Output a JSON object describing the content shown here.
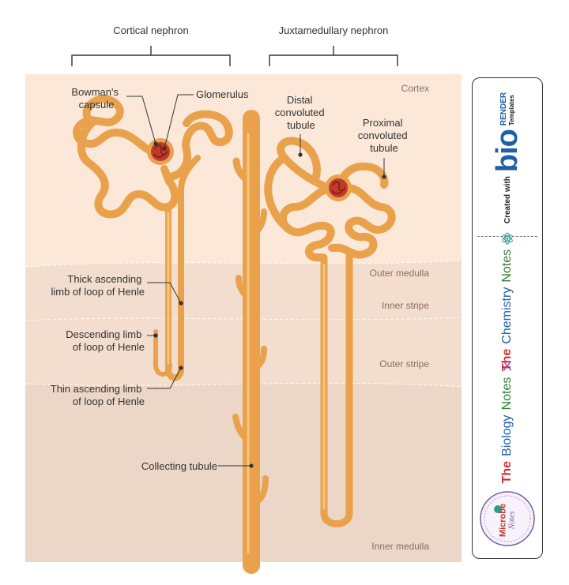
{
  "headers": {
    "cortical": "Cortical nephron",
    "juxtamedullary": "Juxtamedullary nephron"
  },
  "zones": {
    "cortex": "Cortex",
    "outer_medulla": "Outer medulla",
    "inner_stripe": "Inner stripe",
    "outer_stripe": "Outer stripe",
    "inner_medulla": "Inner medulla"
  },
  "labels": {
    "bowmans_capsule": [
      "Bowman's",
      "capsule"
    ],
    "glomerulus": "Glomerulus",
    "distal_tubule": [
      "Distal",
      "convoluted",
      "tubule"
    ],
    "proximal_tubule": [
      "Proximal",
      "convoluted",
      "tubule"
    ],
    "thick_ascending": [
      "Thick ascending",
      "limb of loop of Henle"
    ],
    "descending_limb": [
      "Descending limb",
      "of loop of Henle"
    ],
    "thin_ascending": [
      "Thin ascending limb",
      "of loop of Henle"
    ],
    "collecting_tubule": "Collecting tubule"
  },
  "sidebar": {
    "biorender_created": "Created with",
    "biorender_brand": "bio",
    "biorender_render": "RENDER",
    "biorender_templates": "Templates",
    "chem_the": "The",
    "chem_name": "Chemistry",
    "chem_notes": "Notes",
    "bio_the": "The",
    "bio_name": "Biology",
    "bio_notes": "Notes",
    "microbe_word": "Microbe",
    "microbe_notes": "Notes"
  },
  "colors": {
    "tubule": "#e9a24b",
    "tubule_highlight": "#f6c47a",
    "glomerulus": "#c0392b",
    "cortex_bg": "#fbe8d9",
    "outer_medulla_bg": "#f3ddcf",
    "inner_medulla_bg": "#ecd6c7",
    "biorender_blue": "#1f5fa8",
    "the_red": "#d32f2f",
    "notes_green": "#2e7d32"
  }
}
